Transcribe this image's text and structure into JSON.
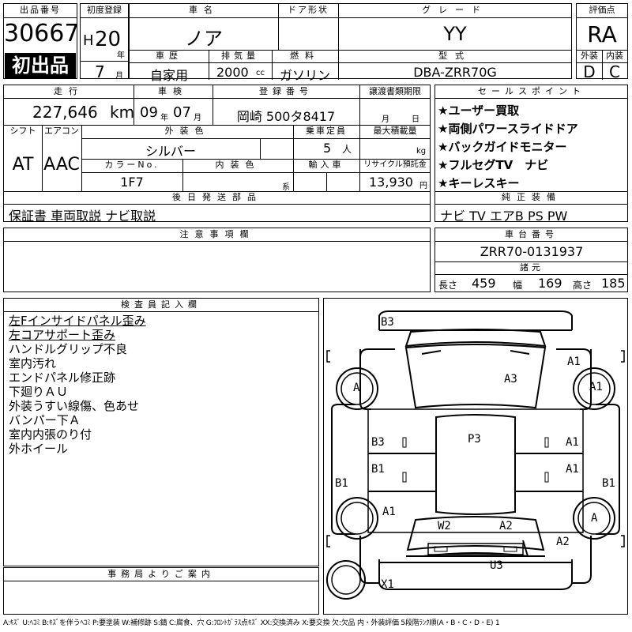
{
  "header": {
    "lot_no_label": "出品番号",
    "lot_no": "30667",
    "first_listing": "初出品",
    "first_reg_label": "初度登録",
    "era": "H",
    "year": "20",
    "year_unit": "年",
    "month": "7",
    "month_unit": "月",
    "car_name_label": "車名",
    "car_name": "ノア",
    "door_label": "ドア形状",
    "grade_label": "グレード",
    "grade": "YY",
    "score_label": "評価点",
    "score": "RA",
    "history_label": "車歴",
    "history": "自家用",
    "displacement_label": "排気量",
    "displacement": "2000",
    "displacement_unit": "cc",
    "fuel_label": "燃料",
    "fuel": "ガソリン",
    "model_label": "型式",
    "model": "DBA-ZRR70G",
    "ext_label": "外装",
    "int_label": "内装",
    "ext_grade": "D",
    "int_grade": "C"
  },
  "row2": {
    "mileage_label": "走行",
    "mileage": "227,646",
    "mileage_unit": "km",
    "inspection_label": "車検",
    "insp_year": "09",
    "insp_year_unit": "年",
    "insp_month": "07",
    "insp_month_unit": "月",
    "plate_label": "登録番号",
    "plate": "岡崎 500タ8417",
    "transfer_label": "譲渡書類期限",
    "transfer_month": "月",
    "transfer_day": "日",
    "shift_label": "シフト",
    "shift": "AT",
    "ac_label": "エアコン",
    "ac": "AAC",
    "ext_color_label": "外装色",
    "ext_color": "シルバー",
    "capacity_label": "乗車定員",
    "capacity": "5",
    "capacity_unit": "人",
    "load_label": "最大積載量",
    "load_unit": "kg",
    "color_no_label": "カラーNo.",
    "color_no": "1F7",
    "int_color_label": "内装色",
    "int_color_unit": "系",
    "import_label": "輸入車",
    "recycle_label": "リサイクル預託金",
    "recycle": "13,930",
    "recycle_unit": "円"
  },
  "sales_points": {
    "label": "セールスポイント",
    "items": [
      "★ユーザー買取",
      "★両側パワースライドドア",
      "★バックガイドモニター",
      "★フルセグTV　ナビ",
      "★キーレスキー"
    ]
  },
  "docs": {
    "label": "後日発送部品",
    "value": "保証書 車両取説 ナビ取説"
  },
  "equipment": {
    "label": "純正装備",
    "value": "ナビ TV エアB PS PW"
  },
  "notes": {
    "label": "注意事項欄"
  },
  "chassis": {
    "label": "車台番号",
    "value": "ZRR70-0131937",
    "dims_label": "諸元",
    "length_label": "長さ",
    "length": "459",
    "width_label": "幅",
    "width": "169",
    "height_label": "高さ",
    "height": "185"
  },
  "inspector": {
    "label": "検査員記入欄",
    "items": [
      "左Fインサイドパネル歪み",
      "左コアサポート歪み",
      "ハンドルグリップ不良",
      "室内汚れ",
      "エンドパネル修正跡",
      "下廻りＡＵ",
      "外装うすい線傷、色あせ",
      "バンパー下Ａ",
      "室内内張のり付",
      "外ホイール"
    ]
  },
  "office": {
    "label": "事務局よりご案内"
  },
  "diagram_marks": {
    "b3_top": "B3",
    "a1_top_right": "A1",
    "a_left_top": "A",
    "a3_center": "A3",
    "a1_right_top": "A1",
    "b3_left": "B3",
    "p3": "P3",
    "a1_right_mid": "A1",
    "b1_left": "B1",
    "a1_right_lower": "A1",
    "b1_left_outer": "B1",
    "b1_right_outer": "B1",
    "a1_left_lower": "A1",
    "w2": "W2",
    "a2": "A2",
    "a_right_lower": "A",
    "a2_bottom_right": "A2",
    "u3": "U3",
    "x1": "X1"
  },
  "footer": {
    "legend": "A:ｷｽﾞ U:ﾍｺﾐ B:ｷｽﾞを伴うﾍｺﾐ P:要塗装 W:補修跡 S:錆 C:腐食、穴 G:ﾌﾛﾝﾄｶﾞﾗｽ点ｷｽﾞ XX:交換済み X:要交換 欠:欠品 内・外装評価 5段階ﾗﾝｸ順(A・B・C・D・E) 1"
  },
  "colors": {
    "line": "#000000",
    "background": "#ffffff"
  }
}
